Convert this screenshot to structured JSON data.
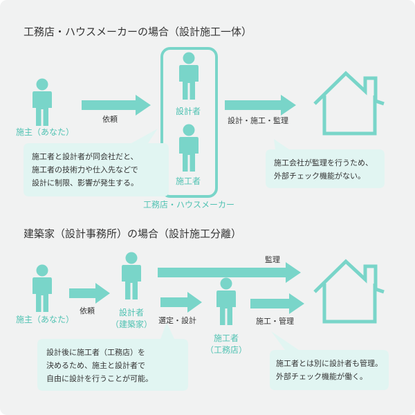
{
  "colors": {
    "accent": "#79d5c9",
    "label_teal": "#4fc2b2",
    "bubble": "#e1f5f2",
    "background": "#f1f2f2",
    "text": "#333333"
  },
  "section1": {
    "title": "工務店・ハウスメーカーの場合（設計施工一体）",
    "client_label": "施主（あなた）",
    "request_label": "依頼",
    "designer_label": "設計者",
    "builder_label": "施工者",
    "company_label": "工務店・ハウスメーカー",
    "flow_label": "設計・施工・監理",
    "note_left": [
      "施工者と設計者が同会社だと、",
      "施工者の技術力や仕入先などで",
      "設計に制限、影響が発生する。"
    ],
    "note_right": [
      "施工会社が監理を行うため、",
      "外部チェック機能がない。"
    ]
  },
  "section2": {
    "title": "建築家（設計事務所）の場合（設計施工分離）",
    "client_label": "施主（あなた）",
    "request_label": "依頼",
    "designer_label": [
      "設計者",
      "（建築家）"
    ],
    "select_label": "選定・設計",
    "builder_label": [
      "施工者",
      "（工務店）"
    ],
    "supervise_label": "監理",
    "build_label": "施工・管理",
    "note_left": [
      "設計後に施工者（工務店）を",
      "決めるため、施主と設計者で",
      "自由に設計を行うことが可能。"
    ],
    "note_right": [
      "施工者とは別に設計者も管理。",
      "外部チェック機能が働く。"
    ]
  },
  "icons": [
    "person-icon",
    "house-icon",
    "arrow-icon"
  ]
}
